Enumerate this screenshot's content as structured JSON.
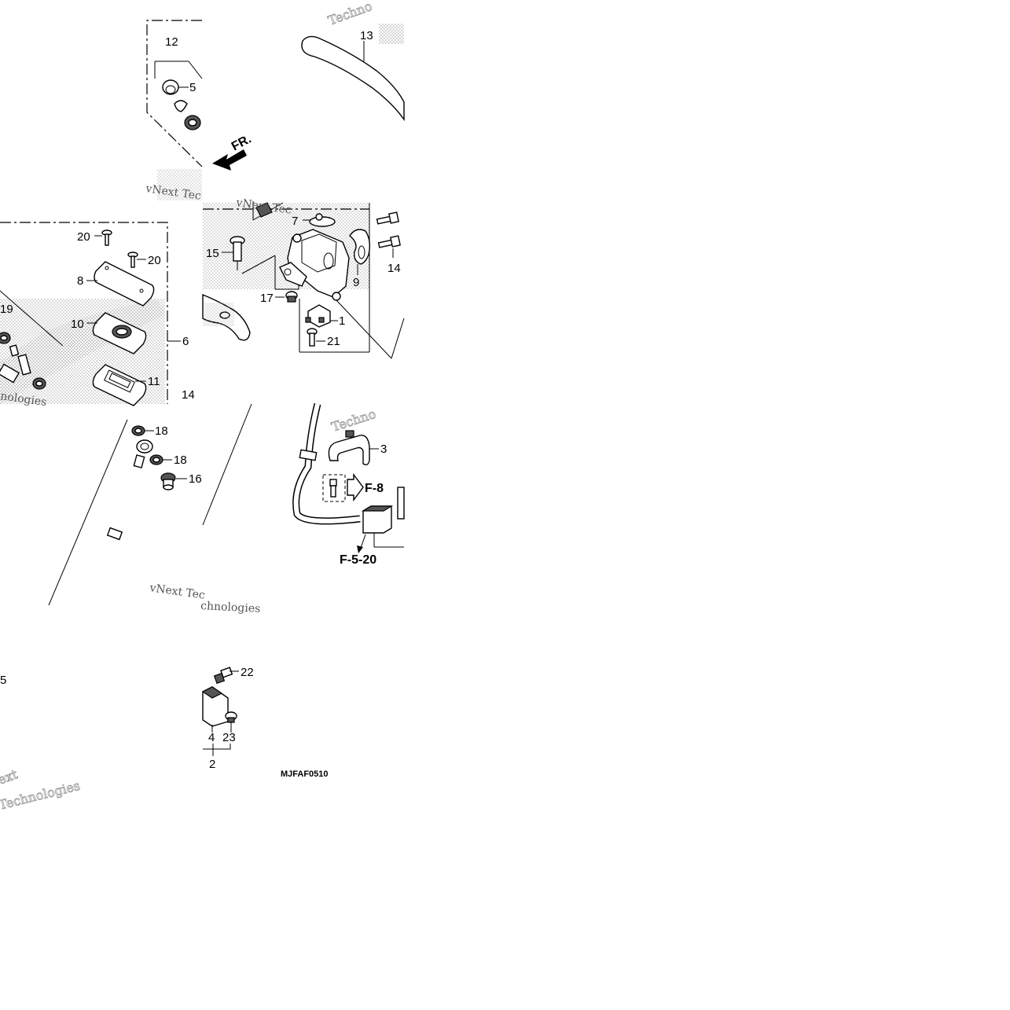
{
  "diagram": {
    "diagram_code": "MJFAF0510",
    "front_indicator": "FR.",
    "references": {
      "ref_f8": "F-8",
      "ref_f520": "F-5-20"
    },
    "callouts": {
      "c1": "1",
      "c2": "2",
      "c3": "3",
      "c4": "4",
      "c5": "5",
      "c6": "6",
      "c7": "7",
      "c8": "8",
      "c9": "9",
      "c10": "10",
      "c11": "11",
      "c12": "12",
      "c13": "13",
      "c14a": "14",
      "c14b": "14",
      "c15": "15",
      "c16": "16",
      "c17": "17",
      "c18a": "18",
      "c18b": "18",
      "c19": "19",
      "c20a": "20",
      "c20b": "20",
      "c21": "21",
      "c22": "22",
      "c23": "23",
      "c5b": "5"
    },
    "watermarks": {
      "w1": "Techno",
      "w2": "vNext Tec",
      "w3": "vNext Tec",
      "w4": "Techno",
      "w5": "vNext Tec",
      "w6": "Technologies",
      "w7": "ext",
      "w8": "chnologies",
      "w9": "nologies"
    }
  },
  "colors": {
    "ink": "#000000",
    "stipple": "#8a8a8a",
    "watermark": "#9a9a9a",
    "background": "#ffffff"
  }
}
